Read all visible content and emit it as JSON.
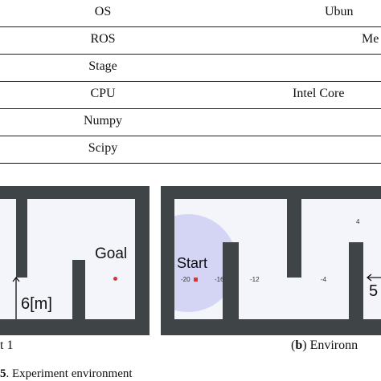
{
  "table": {
    "rows": [
      {
        "label": "OS",
        "value": "Ubun"
      },
      {
        "label": "ROS",
        "value": "Me"
      },
      {
        "label": "Stage",
        "value": ""
      },
      {
        "label": "CPU",
        "value": "Intel Core"
      },
      {
        "label": "Numpy",
        "value": ""
      },
      {
        "label": "Scipy",
        "value": ""
      }
    ]
  },
  "figure_a": {
    "goal_label": "Goal",
    "dimension_label": "6[m]",
    "caption": "t 1"
  },
  "figure_b": {
    "start_label": "Start",
    "dimension_label": "5",
    "ticks": [
      "-20",
      "-16",
      "-12",
      "-4",
      "4"
    ],
    "caption_letter": "b",
    "caption_text": "Environn"
  },
  "figure_caption": {
    "number": "5",
    "text": ". Experiment environment"
  },
  "colors": {
    "wall": "#3f4446",
    "floor": "#f4f4fb",
    "robot_range": "#c9cbf3",
    "marker": "#e03030"
  }
}
